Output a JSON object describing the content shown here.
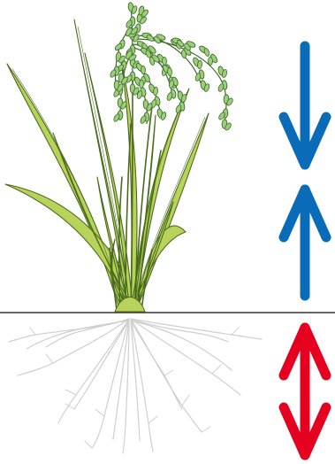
{
  "figure": {
    "subject": "rice-plant",
    "parts": [
      "shoot",
      "panicle",
      "roots"
    ],
    "arrows": [
      {
        "name": "shoot-arrow-down",
        "color": "#0a6bb8",
        "direction": "down"
      },
      {
        "name": "shoot-arrow-up",
        "color": "#0a6bb8",
        "direction": "up"
      },
      {
        "name": "root-arrow-bidirectional",
        "color": "#e6001f",
        "direction": "up-down"
      }
    ],
    "colors": {
      "leaf_fill": "#b8d25a",
      "leaf_stroke": "#4a6b1e",
      "grain_fill": "#9ccf7a",
      "grain_stroke": "#3f6a2a",
      "root": "#cfcfcf",
      "ground_line": "#333333",
      "shoot_arrow": "#0a6bb8",
      "root_arrow": "#e6001f"
    }
  }
}
